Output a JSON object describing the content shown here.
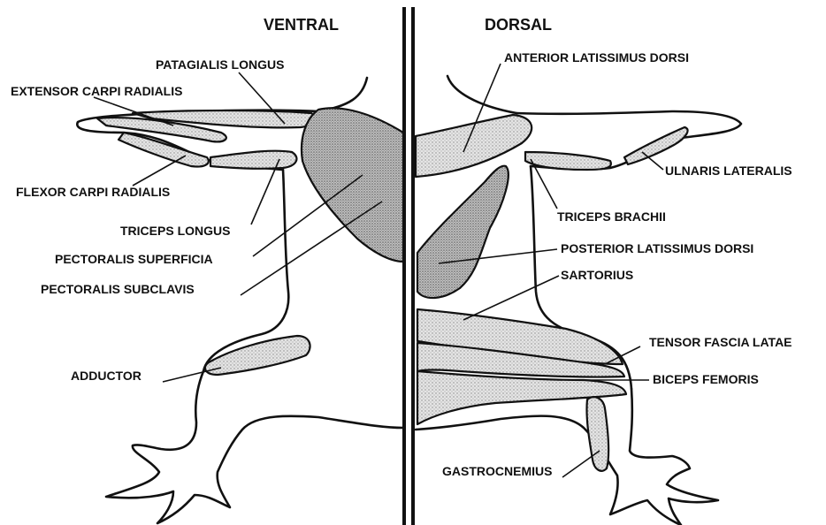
{
  "headings": {
    "ventral": "VENTRAL",
    "dorsal": "DORSAL"
  },
  "labels": {
    "patagialis_longus": "PATAGIALIS LONGUS",
    "extensor_carpi_radialis": "EXTENSOR CARPI RADIALIS",
    "flexor_carpi_radialis": "FLEXOR CARPI RADIALIS",
    "triceps_longus": "TRICEPS LONGUS",
    "pectoralis_superficia": "PECTORALIS SUPERFICIA",
    "pectoralis_subclavis": "PECTORALIS SUBCLAVIS",
    "adductor": "ADDUCTOR",
    "anterior_latissimus_dorsi": "ANTERIOR LATISSIMUS DORSI",
    "ulnaris_lateralis": "ULNARIS LATERALIS",
    "triceps_brachii": "TRICEPS BRACHII",
    "posterior_latissimus_dorsi": "POSTERIOR LATISSIMUS DORSI",
    "sartorius": "SARTORIUS",
    "tensor_fascia_latae": "TENSOR FASCIA LATAE",
    "biceps_femoris": "BICEPS FEMORIS",
    "gastrocnemius": "GASTROCNEMIUS"
  },
  "colors": {
    "ink": "#111111",
    "muscle_fill_light": "#d9d9d9",
    "muscle_fill_dark": "#9a9a9a",
    "background": "#ffffff"
  }
}
